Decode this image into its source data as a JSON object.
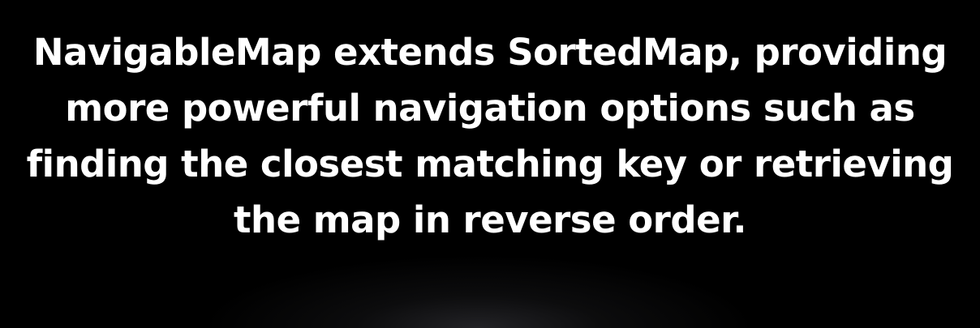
{
  "caption": {
    "lines": [
      "NavigableMap extends SortedMap, providing",
      "more powerful navigation options such as",
      "finding the closest matching key or retrieving",
      "the map in reverse order."
    ]
  },
  "colors": {
    "background": "#000000",
    "text": "#ffffff"
  }
}
